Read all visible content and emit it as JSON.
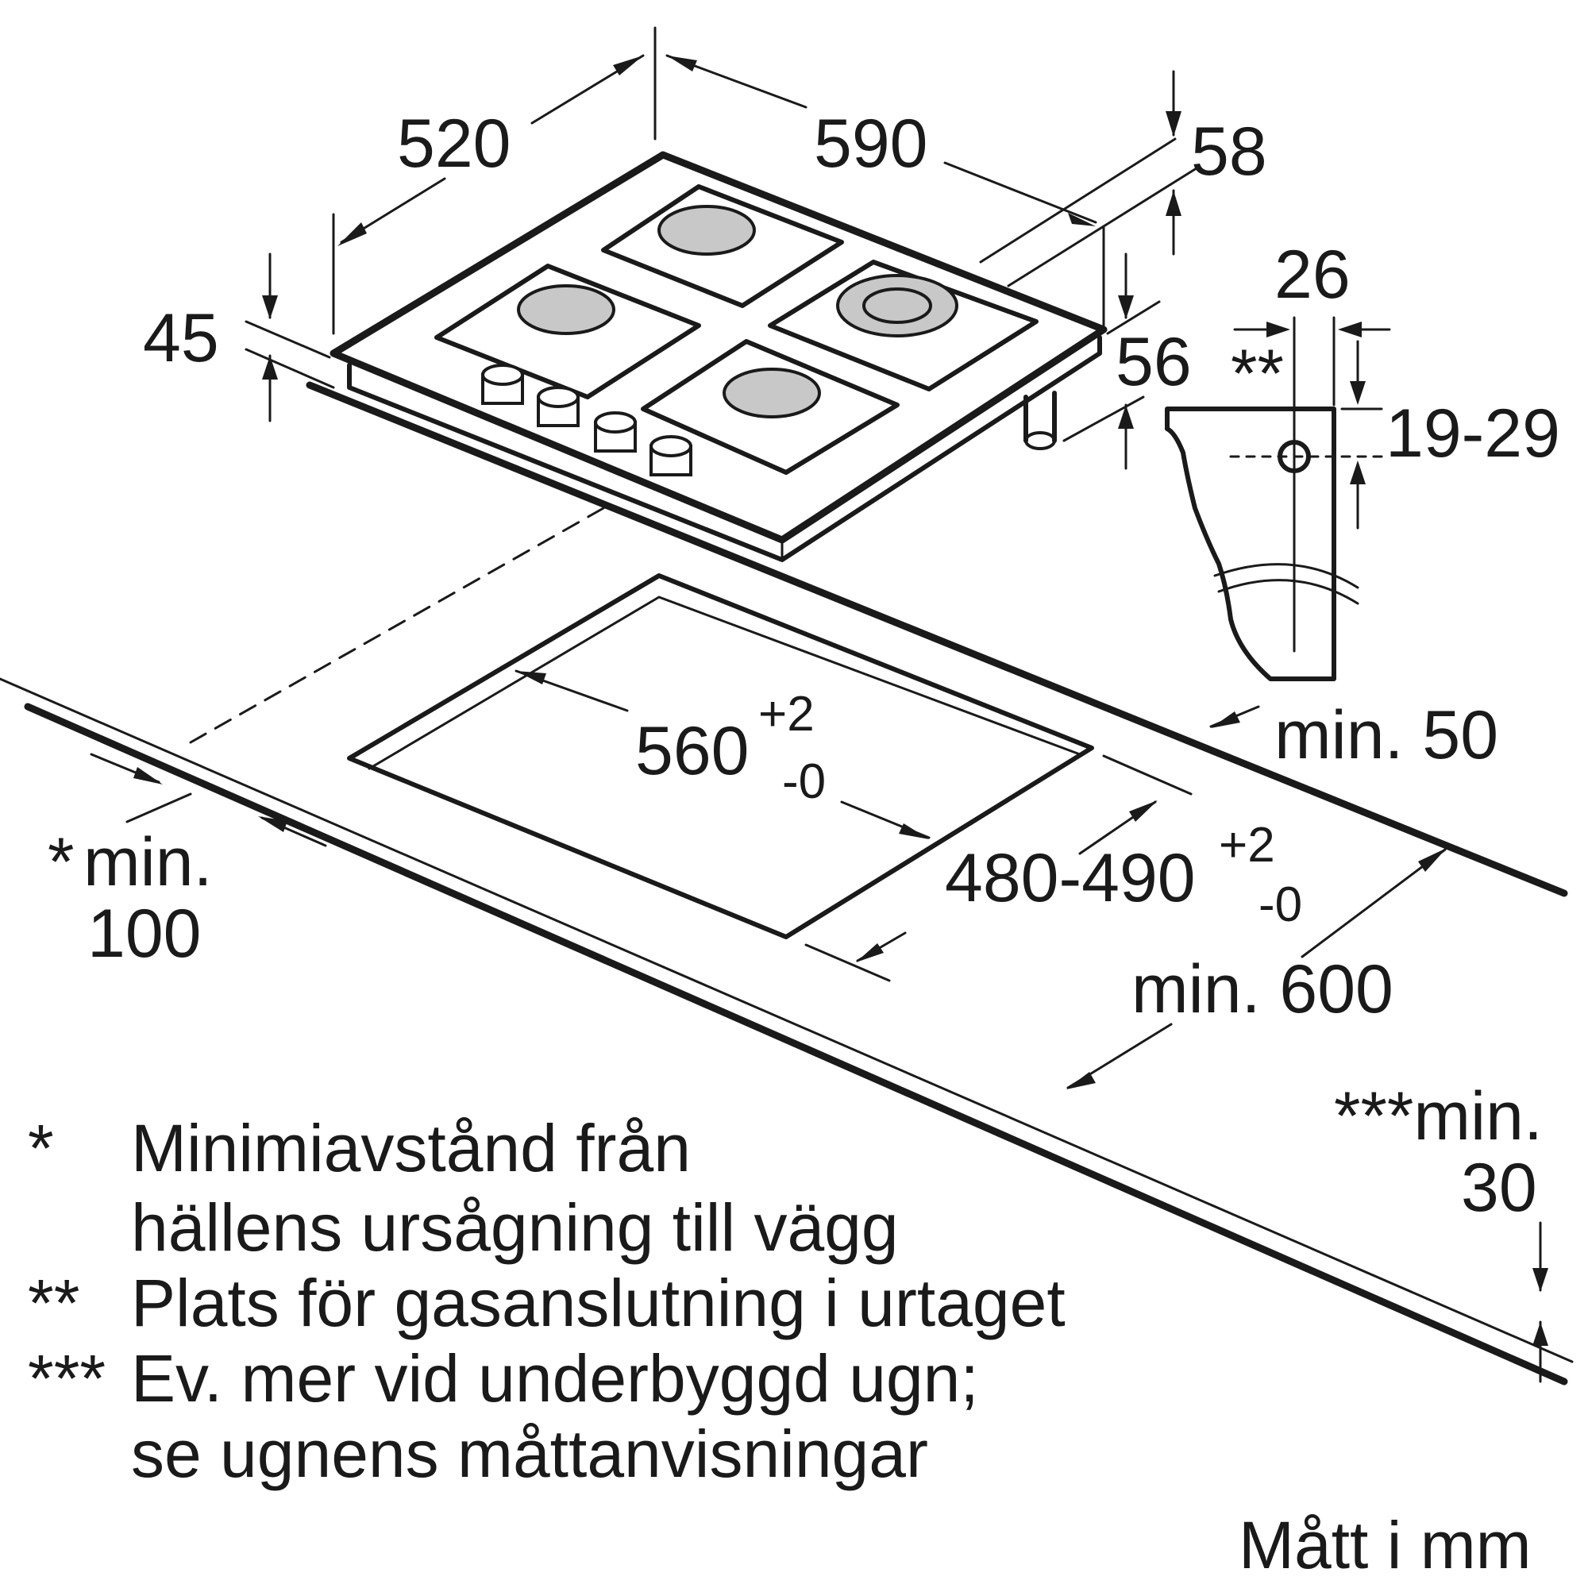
{
  "dimensions": {
    "depth": "520",
    "width": "590",
    "height_right": "58",
    "height_left": "45",
    "foot_height": "56",
    "connection_offset": "26",
    "connection_marker": "**",
    "connection_height": "19-29",
    "rear_clearance": "min. 50",
    "cutout_width": "560",
    "cutout_width_tol_plus": "+2",
    "cutout_width_tol_minus": "-0",
    "cutout_depth": "480-490",
    "cutout_depth_tol_plus": "+2",
    "cutout_depth_tol_minus": "-0",
    "worktop_depth": "min. 600",
    "side_clearance_marker": "*",
    "side_clearance_label": "min.",
    "side_clearance_value": "100",
    "front_clearance_label": "***min.",
    "front_clearance_value": "30"
  },
  "notes": [
    {
      "marker": "*",
      "lines": [
        "Minimiavstånd från",
        "hällens ursågning till vägg"
      ]
    },
    {
      "marker": "**",
      "lines": [
        "Plats för gasanslutning i urtaget"
      ]
    },
    {
      "marker": "***",
      "lines": [
        "Ev. mer vid underbyggd ugn;",
        "se ugnens måttanvisningar"
      ]
    }
  ],
  "units_label": "Mått i mm"
}
